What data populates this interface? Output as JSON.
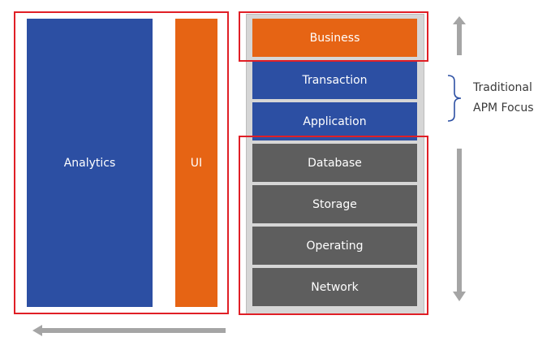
{
  "colors": {
    "blue": "#2c4fa3",
    "orange": "#e66414",
    "gray": "#5e5e5e",
    "frame_red": "#e01f26",
    "arrow_gray": "#a5a5a5",
    "brace_blue": "#2c4fa3"
  },
  "left_group": {
    "analytics_label": "Analytics",
    "ui_label": "UI"
  },
  "stack": {
    "layers": [
      {
        "label": "Business",
        "color": "orange"
      },
      {
        "label": "Transaction",
        "color": "blue"
      },
      {
        "label": "Application",
        "color": "blue"
      },
      {
        "label": "Database",
        "color": "gray"
      },
      {
        "label": "Storage",
        "color": "gray"
      },
      {
        "label": "Operating",
        "color": "gray"
      },
      {
        "label": "Network",
        "color": "gray"
      }
    ]
  },
  "annotation": {
    "line1": "Traditional",
    "line2": "APM Focus"
  },
  "icons": {
    "up_arrow": "arrow-up-icon",
    "down_arrow": "arrow-down-icon",
    "left_arrow": "arrow-left-icon",
    "brace": "brace-icon"
  }
}
